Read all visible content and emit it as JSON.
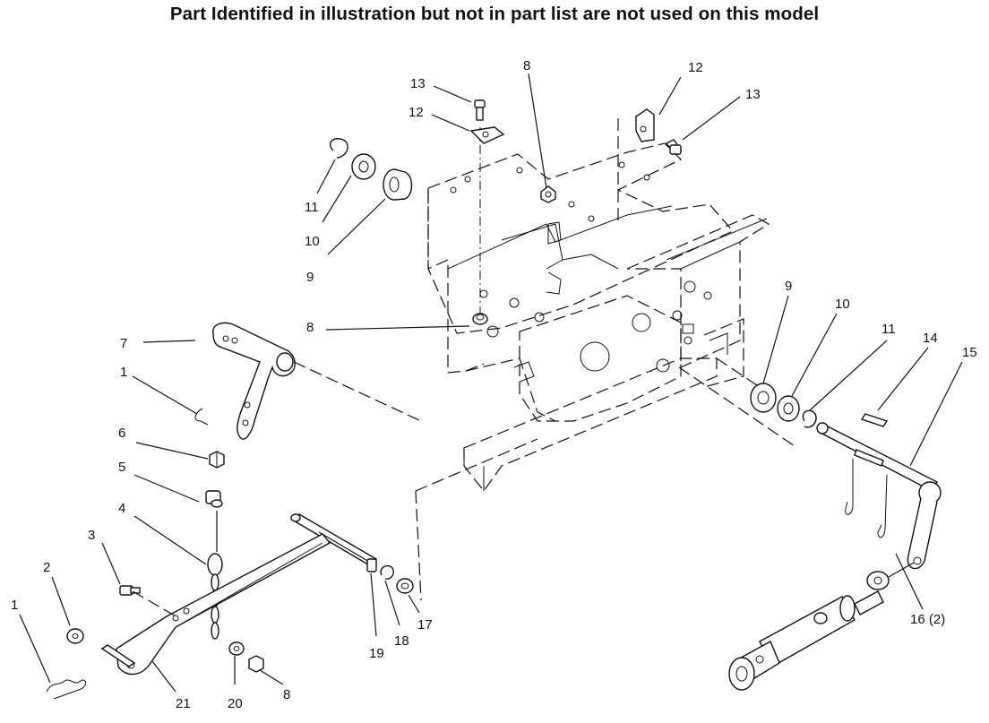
{
  "header": {
    "note": "Part Identified in illustration but not in part list are not used on this model"
  },
  "callouts": [
    {
      "id": "c-13a",
      "text": "13"
    },
    {
      "id": "c-12a",
      "text": "12"
    },
    {
      "id": "c-8a",
      "text": "8"
    },
    {
      "id": "c-12b",
      "text": "12"
    },
    {
      "id": "c-13b",
      "text": "13"
    },
    {
      "id": "c-11a",
      "text": "11"
    },
    {
      "id": "c-10a",
      "text": "10"
    },
    {
      "id": "c-9a",
      "text": "9"
    },
    {
      "id": "c-8b",
      "text": "8"
    },
    {
      "id": "c-7",
      "text": "7"
    },
    {
      "id": "c-1a",
      "text": "1"
    },
    {
      "id": "c-6",
      "text": "6"
    },
    {
      "id": "c-5",
      "text": "5"
    },
    {
      "id": "c-4",
      "text": "4"
    },
    {
      "id": "c-3",
      "text": "3"
    },
    {
      "id": "c-2",
      "text": "2"
    },
    {
      "id": "c-1b",
      "text": "1"
    },
    {
      "id": "c-21",
      "text": "21"
    },
    {
      "id": "c-20",
      "text": "20"
    },
    {
      "id": "c-8c",
      "text": "8"
    },
    {
      "id": "c-19",
      "text": "19"
    },
    {
      "id": "c-18",
      "text": "18"
    },
    {
      "id": "c-17",
      "text": "17"
    },
    {
      "id": "c-9b",
      "text": "9"
    },
    {
      "id": "c-10b",
      "text": "10"
    },
    {
      "id": "c-11b",
      "text": "11"
    },
    {
      "id": "c-14",
      "text": "14"
    },
    {
      "id": "c-15",
      "text": "15"
    },
    {
      "id": "c-16",
      "text": "16 (2)"
    }
  ]
}
